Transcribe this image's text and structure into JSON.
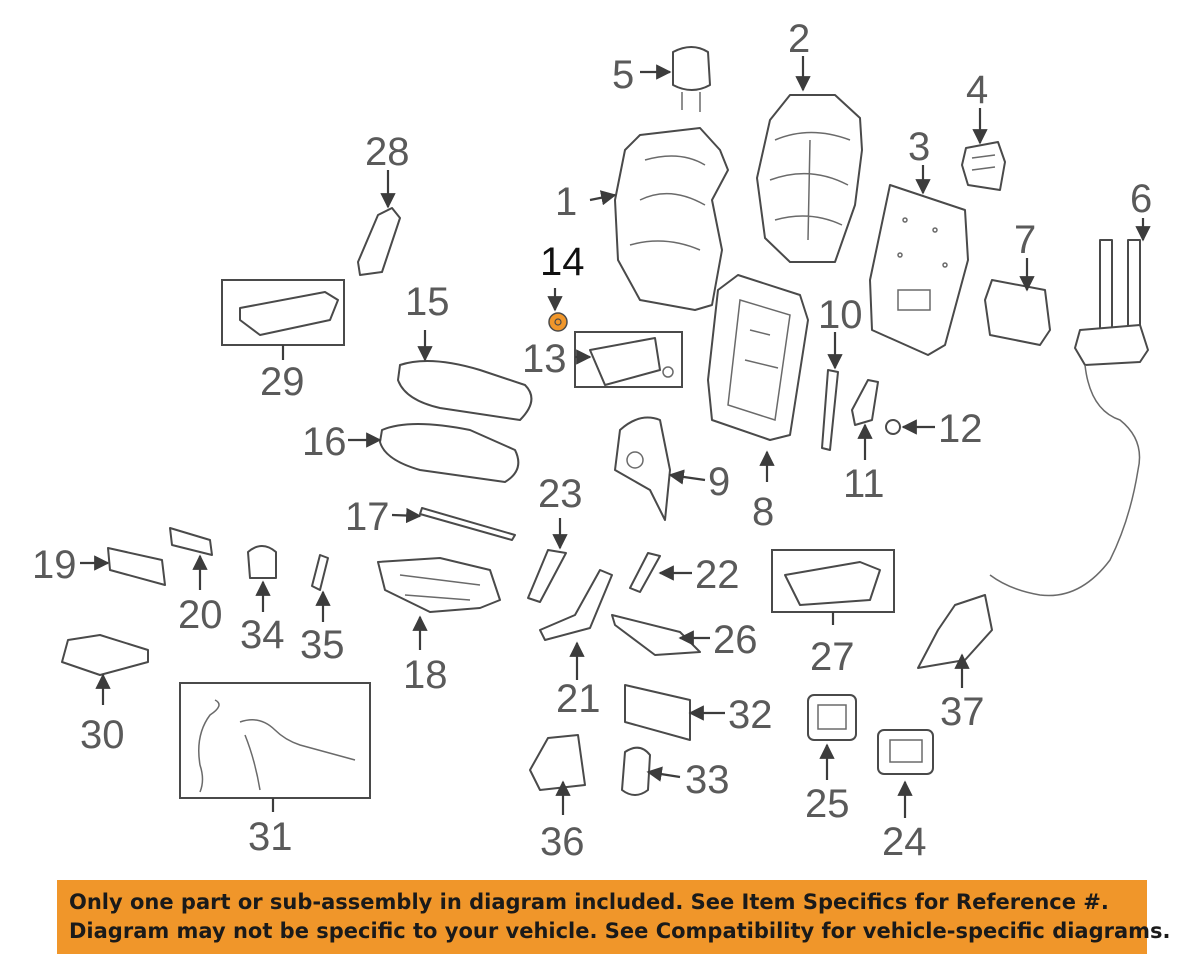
{
  "highlight": {
    "number": "14",
    "color": "#f0962a"
  },
  "callouts": [
    {
      "id": "1",
      "text": "1"
    },
    {
      "id": "2",
      "text": "2"
    },
    {
      "id": "3",
      "text": "3"
    },
    {
      "id": "4",
      "text": "4"
    },
    {
      "id": "5",
      "text": "5"
    },
    {
      "id": "6",
      "text": "6"
    },
    {
      "id": "7",
      "text": "7"
    },
    {
      "id": "8",
      "text": "8"
    },
    {
      "id": "9",
      "text": "9"
    },
    {
      "id": "10",
      "text": "10"
    },
    {
      "id": "11",
      "text": "11"
    },
    {
      "id": "12",
      "text": "12"
    },
    {
      "id": "13",
      "text": "13"
    },
    {
      "id": "14",
      "text": "14"
    },
    {
      "id": "15",
      "text": "15"
    },
    {
      "id": "16",
      "text": "16"
    },
    {
      "id": "17",
      "text": "17"
    },
    {
      "id": "18",
      "text": "18"
    },
    {
      "id": "19",
      "text": "19"
    },
    {
      "id": "20",
      "text": "20"
    },
    {
      "id": "21",
      "text": "21"
    },
    {
      "id": "22",
      "text": "22"
    },
    {
      "id": "23",
      "text": "23"
    },
    {
      "id": "24",
      "text": "24"
    },
    {
      "id": "25",
      "text": "25"
    },
    {
      "id": "26",
      "text": "26"
    },
    {
      "id": "27",
      "text": "27"
    },
    {
      "id": "28",
      "text": "28"
    },
    {
      "id": "29",
      "text": "29"
    },
    {
      "id": "30",
      "text": "30"
    },
    {
      "id": "31",
      "text": "31"
    },
    {
      "id": "32",
      "text": "32"
    },
    {
      "id": "33",
      "text": "33"
    },
    {
      "id": "34",
      "text": "34"
    },
    {
      "id": "35",
      "text": "35"
    },
    {
      "id": "36",
      "text": "36"
    },
    {
      "id": "37",
      "text": "37"
    }
  ],
  "banner": {
    "line1": "Only one part or sub-assembly in diagram included. See Item Specifics for Reference #.",
    "line2": "Diagram may not be specific to your vehicle. See Compatibility for vehicle-specific diagrams.",
    "background": "#f0962a"
  }
}
